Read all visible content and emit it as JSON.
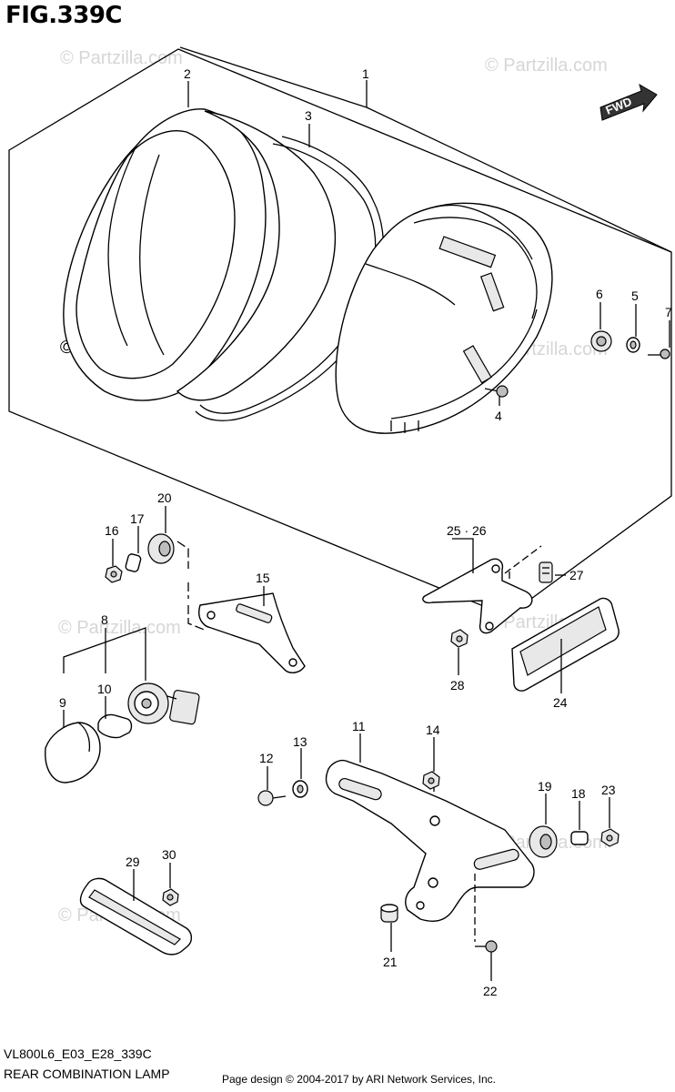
{
  "figure_title": "FIG.339C",
  "model_code": "VL800L6_E03_E28_339C",
  "caption": "REAR COMBINATION LAMP",
  "credit": "Page design © 2004-2017 by ARI Network Services, Inc.",
  "fwd_label": "FWD",
  "watermark": "© Partzilla.com",
  "callouts": {
    "c1": "1",
    "c2": "2",
    "c3": "3",
    "c4": "4",
    "c5": "5",
    "c6": "6",
    "c7": "7",
    "c8": "8",
    "c9": "9",
    "c10": "10",
    "c11": "11",
    "c12": "12",
    "c13": "13",
    "c14": "14",
    "c15": "15",
    "c16": "16",
    "c17": "17",
    "c18": "18",
    "c19": "19",
    "c20": "20",
    "c21": "21",
    "c22": "22",
    "c23": "23",
    "c24": "24",
    "c25_26": "25 · 26",
    "c27": "27",
    "c28": "28",
    "c29": "29",
    "c30": "30"
  }
}
